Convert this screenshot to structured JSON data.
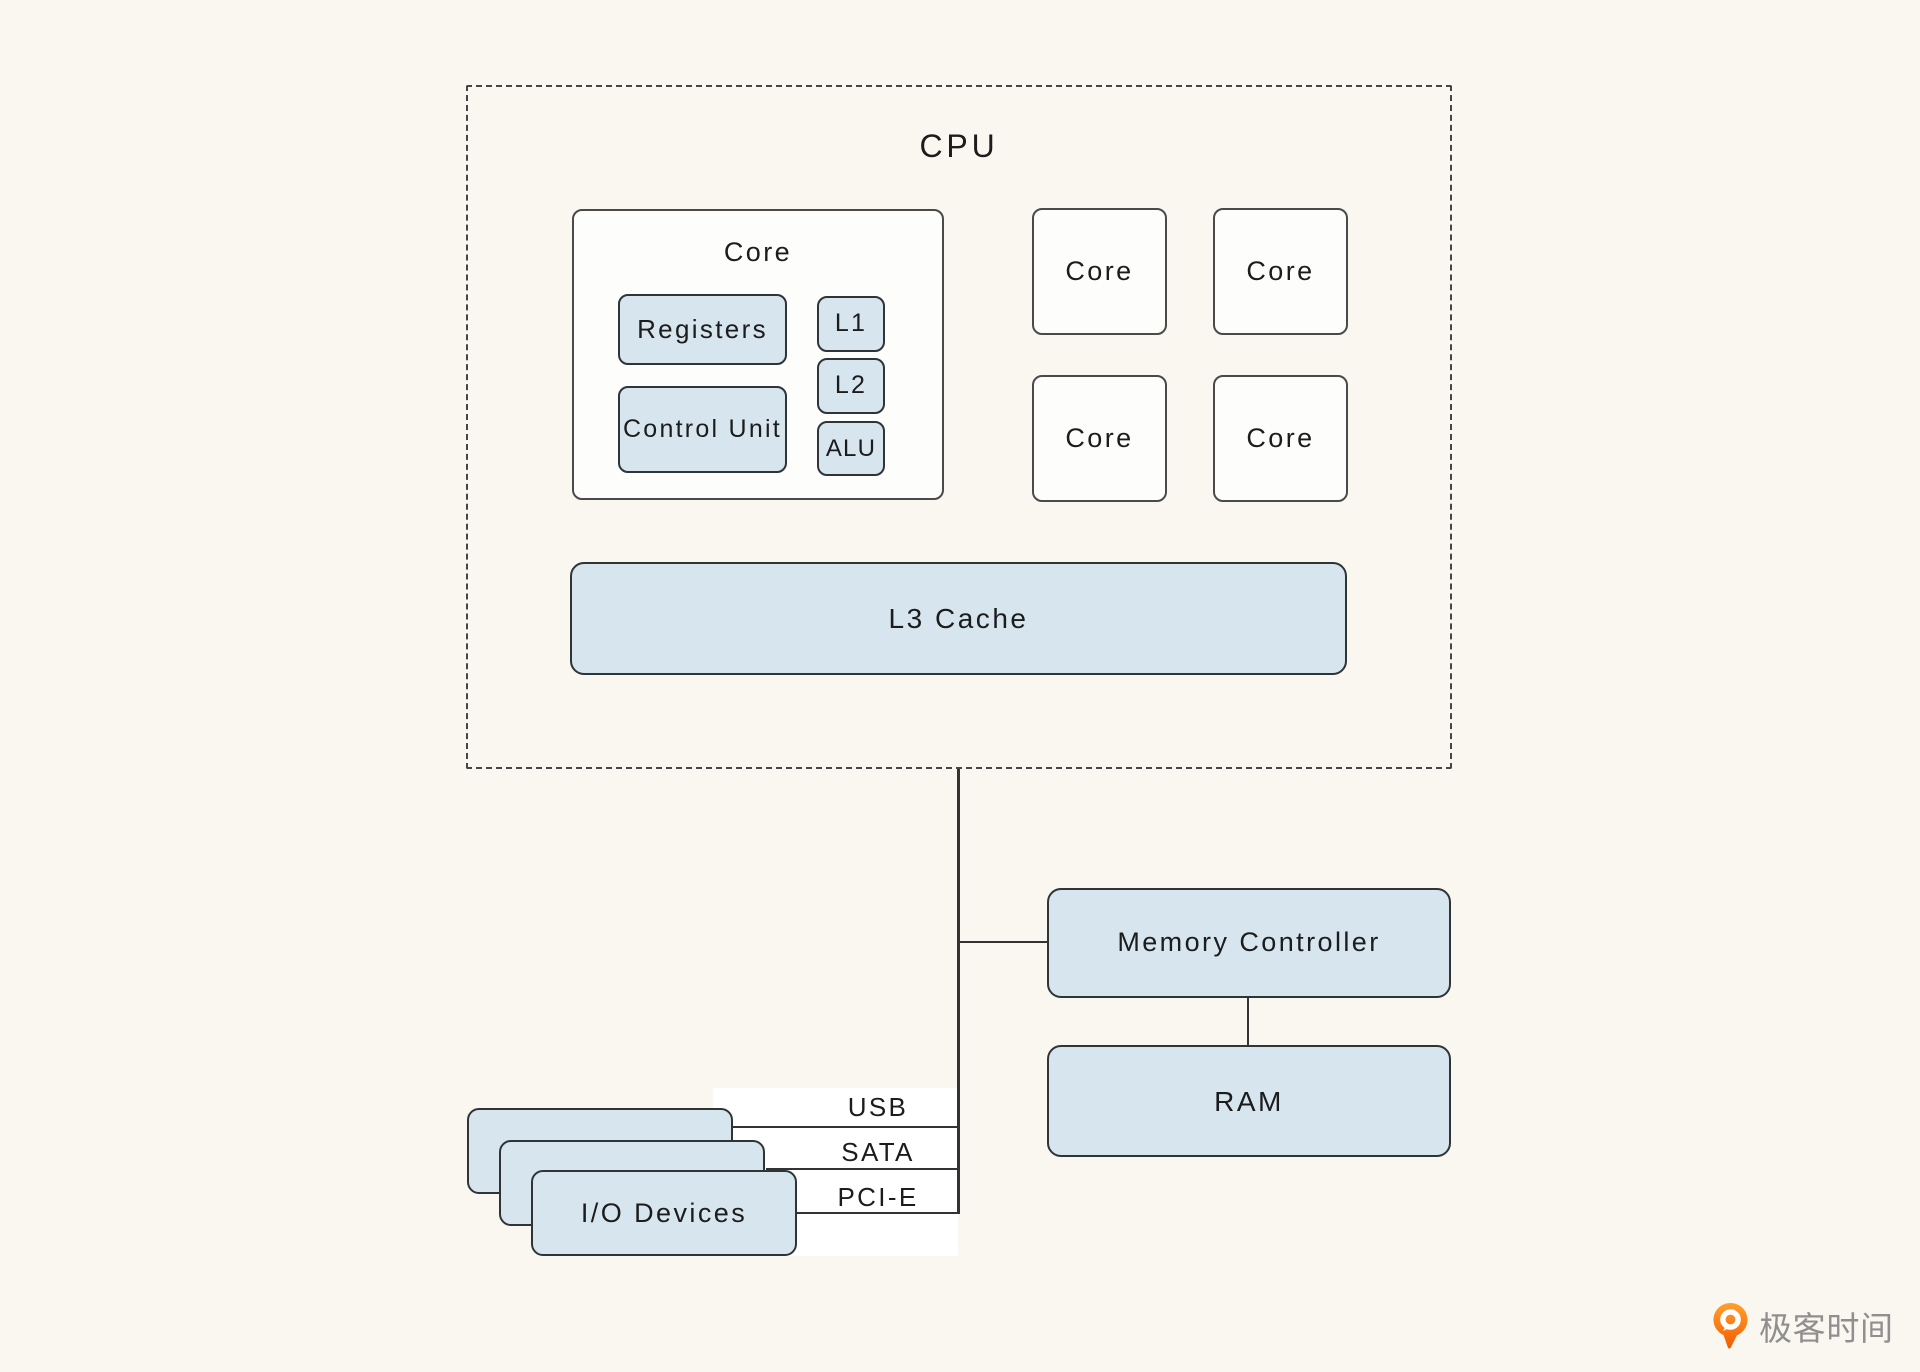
{
  "palette": {
    "background": "#FAF7F0",
    "box_blue": "#D6E5EE",
    "box_white": "#FDFDFB",
    "border_dark": "#2E3438",
    "border_gray": "#4A4A4A",
    "line": "#333333",
    "text": "#1C1C1C",
    "lane_white": "#FFFFFF",
    "logo_orange": "#F8711C",
    "logo_gray": "#8F8F8F"
  },
  "cpu": {
    "title": "CPU"
  },
  "core_detail": {
    "title": "Core",
    "registers": "Registers",
    "control_unit": "Control Unit",
    "l1": "L1",
    "l2": "L2",
    "alu": "ALU"
  },
  "cores": {
    "c1": "Core",
    "c2": "Core",
    "c3": "Core",
    "c4": "Core"
  },
  "l3_cache": {
    "label": "L3 Cache"
  },
  "memory": {
    "controller": "Memory Controller",
    "ram": "RAM"
  },
  "io": {
    "devices": "I/O Devices",
    "buses": {
      "usb": "USB",
      "sata": "SATA",
      "pcie": "PCI-E"
    }
  },
  "logo": {
    "brand": "极客时间"
  }
}
